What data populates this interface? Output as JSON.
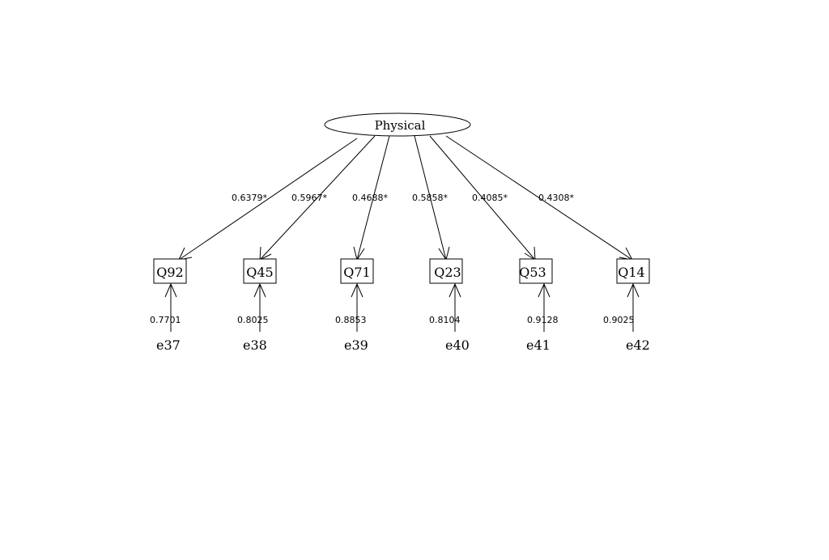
{
  "latent": {
    "label": "Physical"
  },
  "indicators": [
    {
      "label": "Q92",
      "loading": "0.6379*",
      "residual": "0.7701",
      "error": "e37"
    },
    {
      "label": "Q45",
      "loading": "0.5967*",
      "residual": "0.8025",
      "error": "e38"
    },
    {
      "label": "Q71",
      "loading": "0.4688*",
      "residual": "0.8853",
      "error": "e39"
    },
    {
      "label": "Q23",
      "loading": "0.5858*",
      "residual": "0.8104",
      "error": "e40"
    },
    {
      "label": "Q53",
      "loading": "0.4085*",
      "residual": "0.9128",
      "error": "e41"
    },
    {
      "label": "Q14",
      "loading": "0.4308*",
      "residual": "0.9025",
      "error": "e42"
    }
  ]
}
